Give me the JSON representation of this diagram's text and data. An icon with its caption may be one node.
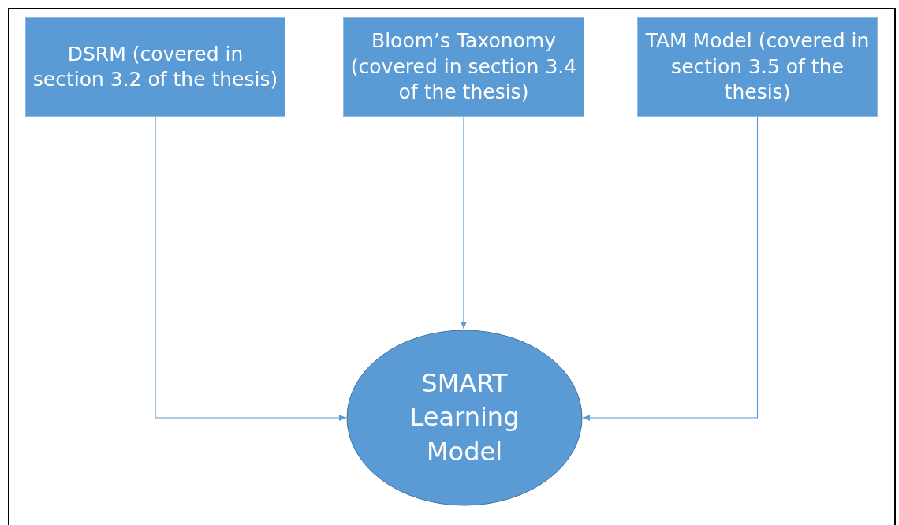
{
  "diagram": {
    "nodes": [
      {
        "text": [
          "DSRM (covered in section 3.2 of the thesis)"
        ]
      },
      {
        "text": [
          "Bloom’s Taxonomy (covered in section 3.4 of the thesis)"
        ]
      },
      {
        "text": [
          "TAM Model (covered in section 3.5 of the thesis)"
        ]
      },
      {
        "text": [
          "SMART Learning Model"
        ]
      }
    ],
    "edges": [
      {
        "from": 0,
        "to": 3,
        "arrow": "to"
      },
      {
        "from": 1,
        "to": 3,
        "arrow": "to"
      },
      {
        "from": 2,
        "to": 3,
        "arrow": "to"
      }
    ]
  }
}
